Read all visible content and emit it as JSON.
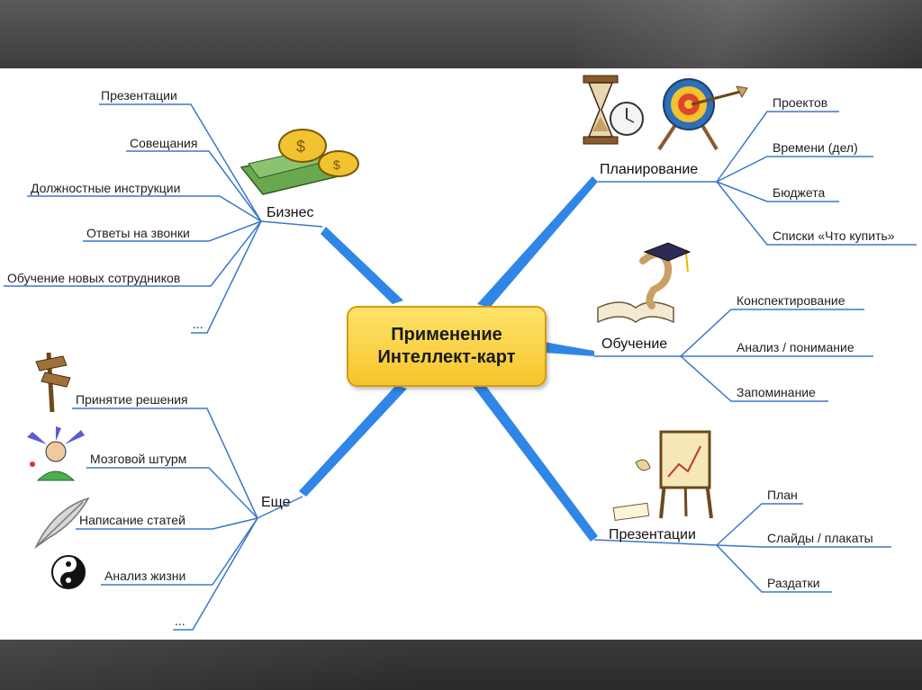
{
  "center": {
    "line1": "Применение",
    "line2": "Интеллект-карт"
  },
  "branches": {
    "biznes": {
      "label": "Бизнес",
      "items": [
        "Презентации",
        "Совещания",
        "Должностные инструкции",
        "Ответы на звонки",
        "Обучение новых сотрудников",
        "..."
      ]
    },
    "eshche": {
      "label": "Еще",
      "items": [
        "Принятие решения",
        "Мозговой штурм",
        "Написание статей",
        "Анализ жизни",
        "..."
      ]
    },
    "planirovanie": {
      "label": "Планирование",
      "items": [
        "Проектов",
        "Времени (дел)",
        "Бюджета",
        "Списки «Что купить»"
      ]
    },
    "obuchenie": {
      "label": "Обучение",
      "items": [
        "Конспектирование",
        "Анализ / понимание",
        "Запоминание"
      ]
    },
    "prezentatsii": {
      "label": "Презентации",
      "items": [
        "План",
        "Слайды / плакаты",
        "Раздатки"
      ]
    }
  },
  "colors": {
    "main_branch": "#2f86e6",
    "sub_line": "#3a78c8",
    "center_fill": "#f7c934",
    "center_border": "#d69a12"
  },
  "icons": [
    "money-icon",
    "hourglass-stopwatch-icon",
    "target-arrow-icon",
    "graduation-cap-book-icon",
    "easel-icon",
    "signpost-icon",
    "brainstorm-person-icon",
    "feather-quill-icon",
    "yin-yang-icon"
  ]
}
